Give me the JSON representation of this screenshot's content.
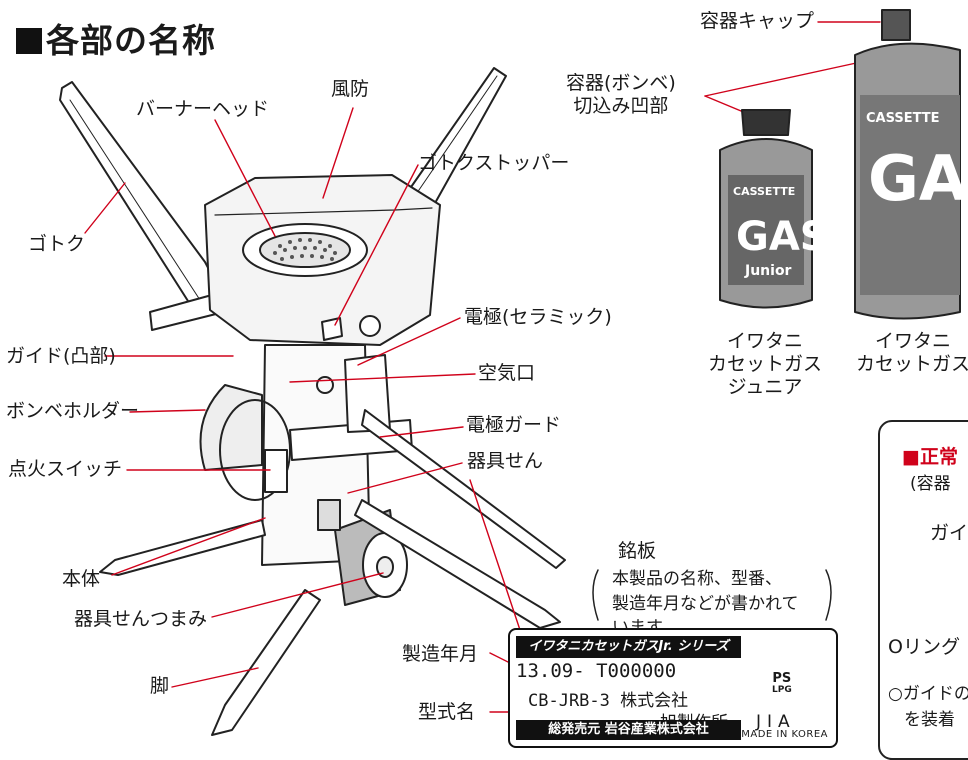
{
  "title": "■各部の名称",
  "labels": {
    "furo": "風防",
    "burner_head": "バーナーヘッド",
    "gotoku_stopper": "ゴトクストッパー",
    "gotoku": "ゴトク",
    "denkyoku": "電極(セラミック)",
    "guide": "ガイド(凸部)",
    "kukiguchi": "空気口",
    "bombe_holder": "ボンベホルダー",
    "denkyoku_guard": "電極ガード",
    "tenka_switch": "点火スイッチ",
    "kigu_sen": "器具せん",
    "hontai": "本体",
    "kigu_sen_tsumami": "器具せんつまみ",
    "ashi": "脚",
    "seizou_nengetsu": "製造年月",
    "katashiki": "型式名",
    "youki_cap": "容器キャップ",
    "youki_bombe_1": "容器(ボンベ)",
    "youki_bombe_2": "切込み凹部"
  },
  "meiban": {
    "title": "銘板",
    "note_1": "本製品の名称、型番、",
    "note_2": "製造年月などが書かれて",
    "note_3": "います"
  },
  "nameplate": {
    "header": "イワタニカセットガスJr. シリーズ",
    "date_line": "13.09- T000000",
    "model_line": "CB-JRB-3 株式会社",
    "maker_line": "旭製作所",
    "footer": "総発売元 岩谷産業株式会社",
    "ps_mark": "PS",
    "lpg_mark": "LPG",
    "jia": "JIA",
    "made_in": "MADE IN KOREA"
  },
  "cans": {
    "junior_1": "イワタニ",
    "junior_2": "カセットガス",
    "junior_3": "ジュニア",
    "regular_1": "イワタニ",
    "regular_2": "カセットガス",
    "junior_print_top": "CASSETTE",
    "junior_print_big": "GAS",
    "junior_print_sub": "Junior",
    "regular_print_top": "CASSETTE",
    "regular_print_big": "GAS"
  },
  "infobox": {
    "heading": "■正常",
    "sub": "(容器",
    "guide": "ガイ",
    "oring": "Oリング",
    "note_1": "○ガイドの",
    "note_2": "を装着"
  },
  "colors": {
    "accent_red": "#d0021b",
    "ink": "#111111"
  }
}
